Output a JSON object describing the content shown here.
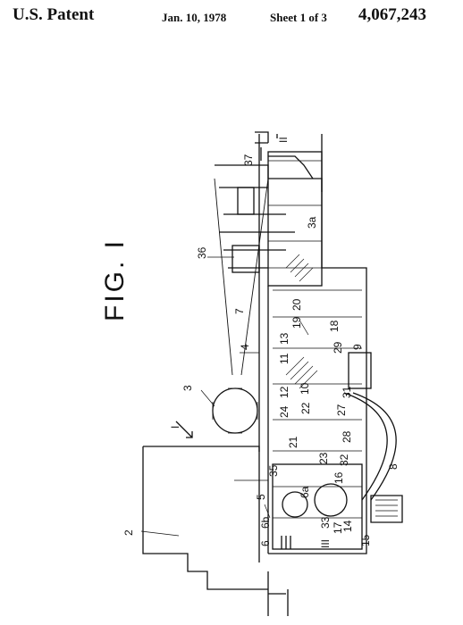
{
  "header": {
    "title": "U.S. Patent",
    "date": "Jan. 10, 1978",
    "sheet": "Sheet 1 of 3",
    "patent_number": "4,067,243"
  },
  "figure": {
    "label": "FIG. I",
    "reference_numerals": [
      "I",
      "2",
      "3",
      "3a",
      "4",
      "5",
      "6",
      "6a",
      "6b",
      "7",
      "8",
      "9",
      "10",
      "11",
      "12",
      "13",
      "14",
      "15",
      "16",
      "17",
      "18",
      "19",
      "20",
      "21",
      "22",
      "23",
      "24",
      "27",
      "28",
      "29",
      "31",
      "32",
      "33",
      "35",
      "36",
      "37",
      "II",
      "III"
    ]
  }
}
